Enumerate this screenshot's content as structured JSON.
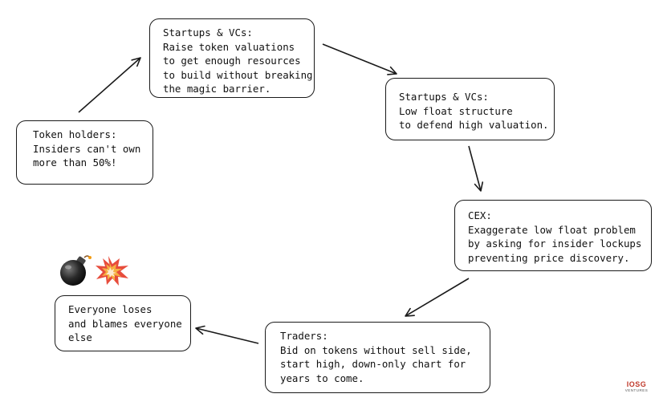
{
  "nodes": [
    {
      "id": "token-holders",
      "lines": [
        "Token holders:",
        "Insiders can't own",
        "more than 50%!"
      ]
    },
    {
      "id": "startups-raise",
      "lines": [
        "Startups & VCs:",
        "Raise token valuations",
        "to get enough resources",
        "to build without breaking",
        "the magic barrier."
      ]
    },
    {
      "id": "startups-low-float",
      "lines": [
        "Startups & VCs:",
        "Low float structure",
        "to defend high valuation."
      ]
    },
    {
      "id": "cex",
      "lines": [
        "CEX:",
        "Exaggerate low float problem",
        "by asking for insider lockups",
        "preventing price discovery."
      ]
    },
    {
      "id": "traders",
      "lines": [
        "Traders:",
        "Bid on tokens without sell side,",
        "start high, down-only chart for",
        "years to come."
      ]
    },
    {
      "id": "everyone-loses",
      "lines": [
        "Everyone loses",
        "and blames everyone",
        "else"
      ]
    }
  ],
  "edges": [
    {
      "from": "token-holders",
      "to": "startups-raise"
    },
    {
      "from": "startups-raise",
      "to": "startups-low-float"
    },
    {
      "from": "startups-low-float",
      "to": "cex"
    },
    {
      "from": "cex",
      "to": "traders"
    },
    {
      "from": "traders",
      "to": "everyone-loses"
    }
  ],
  "icons": [
    "bomb-icon",
    "explosion-icon"
  ],
  "logo": {
    "main": "IOSG",
    "sub": "VENTURES"
  },
  "colors": {
    "stroke": "#1a1a1a",
    "text": "#111111",
    "logo": "#c0392b"
  }
}
